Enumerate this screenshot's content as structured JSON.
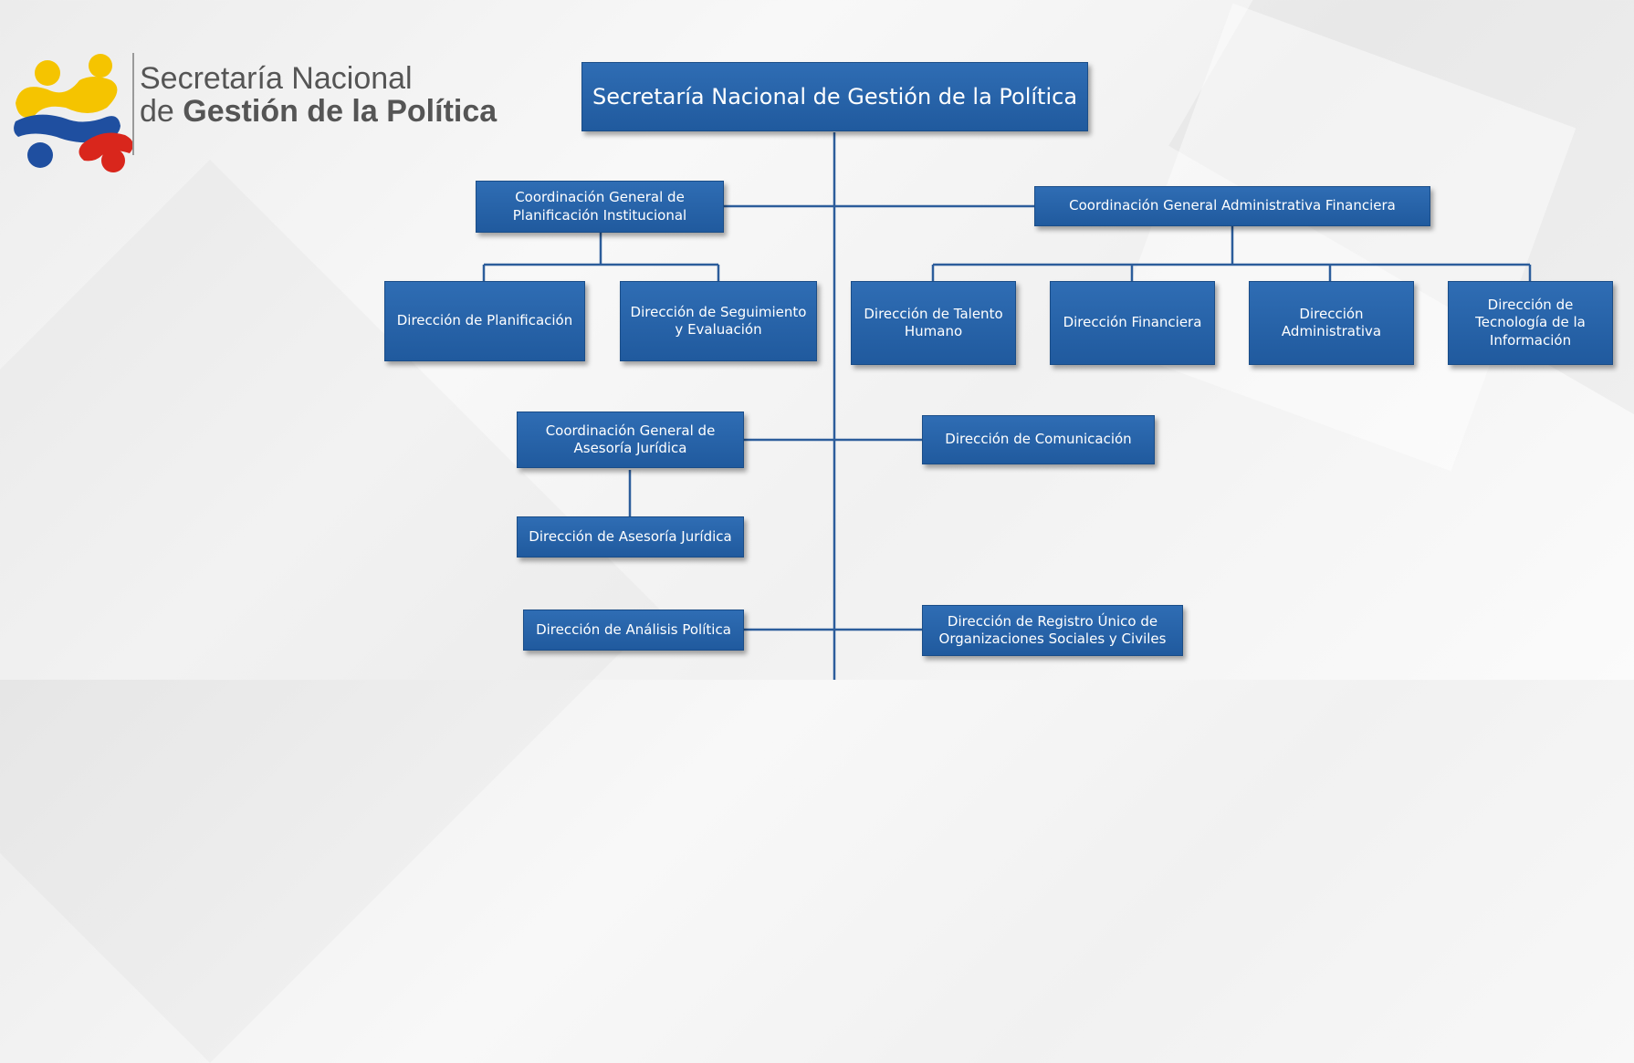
{
  "logo": {
    "line1": "Secretaría Nacional",
    "line2_prefix": "de",
    "line2_bold": "Gestión de la Política",
    "colors": {
      "yellow": "#f5c400",
      "blue": "#1f4fa0",
      "red": "#d9261c"
    }
  },
  "org": {
    "top": "Secretaría Nacional de Gestión de la Política",
    "coord_planificacion": "Coordinación General de Planificación Institucional",
    "dir_planificacion": "Dirección de Planificación",
    "dir_seguimiento": "Dirección de Seguimiento y Evaluación",
    "coord_admin_fin": "Coordinación General Administrativa Financiera",
    "dir_talento": "Dirección de Talento Humano",
    "dir_financiera": "Dirección Financiera",
    "dir_administrativa": "Dirección Administrativa",
    "dir_tecnologia": "Dirección de Tecnología de la Información",
    "coord_juridica": "Coordinación General de Asesoría Jurídica",
    "dir_comunicacion": "Dirección de Comunicación",
    "dir_asesoria": "Dirección de Asesoría Jurídica",
    "dir_analisis": "Dirección de Análisis Política",
    "dir_registro": "Dirección de Registro Único de Organizaciones Sociales y Civiles"
  },
  "colors": {
    "box": "#2a64a8",
    "line": "#2c5d9b"
  }
}
